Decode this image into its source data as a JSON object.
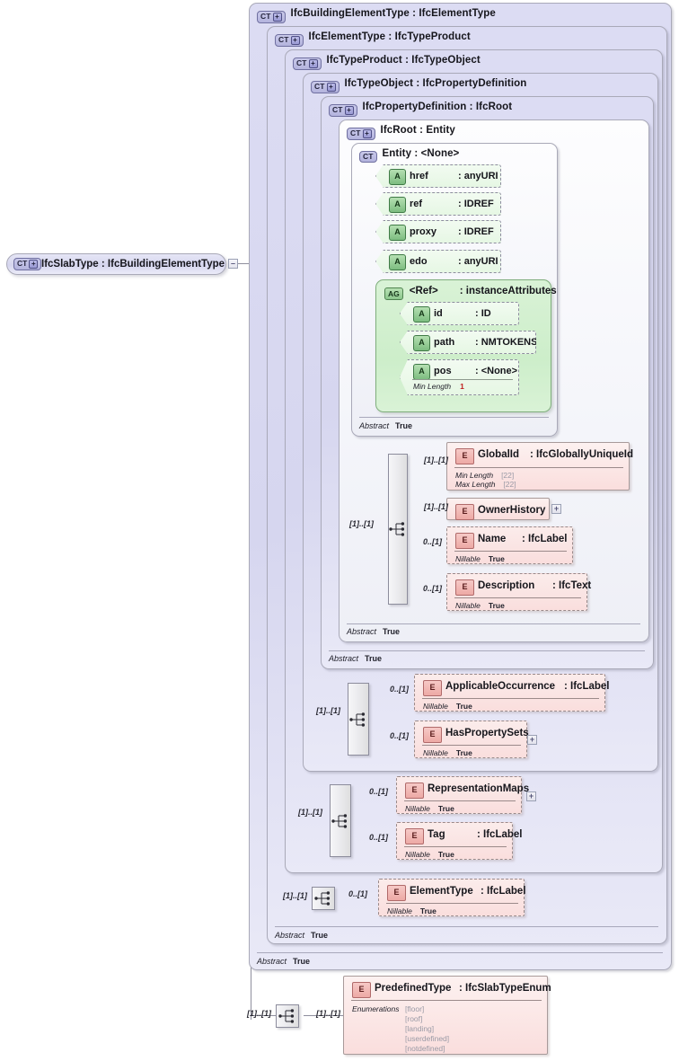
{
  "diagram": {
    "title": "IfcSlabType XSD schema diagram",
    "root": {
      "badge": "CT",
      "badge_plus": "+",
      "label": "IfcSlabType : IfcBuildingElementType",
      "collapse_glyph": "–"
    },
    "containers": [
      {
        "badge": "CT",
        "badge_plus": "+",
        "label": "IfcBuildingElementType : IfcElementType",
        "abstract_key": "Abstract",
        "abstract_value": "True"
      },
      {
        "badge": "CT",
        "badge_plus": "+",
        "label": "IfcElementType : IfcTypeProduct",
        "abstract_key": "Abstract",
        "abstract_value": "True"
      },
      {
        "badge": "CT",
        "badge_plus": "+",
        "label": "IfcTypeProduct : IfcTypeObject",
        "abstract_key": "Abstract",
        "abstract_value": "True"
      },
      {
        "badge": "CT",
        "badge_plus": "+",
        "label": "IfcTypeObject : IfcPropertyDefinition",
        "abstract_key": "Abstract",
        "abstract_value": "True"
      },
      {
        "badge": "CT",
        "badge_plus": "+",
        "label": "IfcPropertyDefinition : IfcRoot",
        "abstract_key": "Abstract",
        "abstract_value": "True"
      },
      {
        "badge": "CT",
        "badge_plus": "+",
        "label": "IfcRoot  : Entity",
        "abstract_key": "Abstract",
        "abstract_value": "True"
      },
      {
        "badge": "CT",
        "badge_plus": "",
        "label": "Entity     : <None>",
        "abstract_key": "Abstract",
        "abstract_value": "True"
      }
    ],
    "attributes": [
      {
        "badge": "A",
        "name": "href",
        "type": ": anyURI"
      },
      {
        "badge": "A",
        "name": "ref",
        "type": ": IDREF"
      },
      {
        "badge": "A",
        "name": "proxy",
        "type": ": IDREF"
      },
      {
        "badge": "A",
        "name": "edo",
        "type": ": anyURI"
      }
    ],
    "attribute_group": {
      "badge": "AG",
      "name": "<Ref>",
      "type": ": instanceAttributes",
      "members": [
        {
          "badge": "A",
          "name": "id",
          "type": ": ID"
        },
        {
          "badge": "A",
          "name": "path",
          "type": ": NMTOKENS"
        },
        {
          "badge": "A",
          "name": "pos",
          "type": ": <None>",
          "facet_key": "Min Length",
          "facet_value": "1"
        }
      ]
    },
    "elements": [
      {
        "badge": "E",
        "name": "GlobalId",
        "type": ": IfcGloballyUniqueId",
        "cardinality": "[1]..[1]",
        "facets": [
          {
            "key": "Min Length",
            "value": "[22]"
          },
          {
            "key": "Max Length",
            "value": "[22]"
          }
        ]
      },
      {
        "badge": "E",
        "name": "OwnerHistory",
        "type": "",
        "cardinality": "[1]..[1]",
        "expandable": "+"
      },
      {
        "badge": "E",
        "name": "Name",
        "type": ": IfcLabel",
        "cardinality": "0..[1]",
        "facets": [
          {
            "key": "Nillable",
            "value": "True"
          }
        ]
      },
      {
        "badge": "E",
        "name": "Description",
        "type": ": IfcText",
        "cardinality": "0..[1]",
        "facets": [
          {
            "key": "Nillable",
            "value": "True"
          }
        ]
      },
      {
        "badge": "E",
        "name": "ApplicableOccurrence",
        "type": ": IfcLabel",
        "cardinality": "0..[1]",
        "facets": [
          {
            "key": "Nillable",
            "value": "True"
          }
        ]
      },
      {
        "badge": "E",
        "name": "HasPropertySets",
        "type": "",
        "cardinality": "0..[1]",
        "expandable": "+",
        "facets": [
          {
            "key": "Nillable",
            "value": "True"
          }
        ]
      },
      {
        "badge": "E",
        "name": "RepresentationMaps",
        "type": "",
        "cardinality": "0..[1]",
        "expandable": "+",
        "facets": [
          {
            "key": "Nillable",
            "value": "True"
          }
        ]
      },
      {
        "badge": "E",
        "name": "Tag",
        "type": ": IfcLabel",
        "cardinality": "0..[1]",
        "facets": [
          {
            "key": "Nillable",
            "value": "True"
          }
        ]
      },
      {
        "badge": "E",
        "name": "ElementType",
        "type": ": IfcLabel",
        "cardinality": "0..[1]",
        "facets": [
          {
            "key": "Nillable",
            "value": "True"
          }
        ]
      },
      {
        "badge": "E",
        "name": "PredefinedType",
        "type": ": IfcSlabTypeEnum",
        "cardinality": "[1]..[1]",
        "enumerations_key": "Enumerations",
        "enumerations": [
          "[floor]",
          "[roof]",
          "[landing]",
          "[userdefined]",
          "[notdefined]"
        ]
      }
    ],
    "sequences": [
      {
        "cardinality": "[1]..[1]"
      },
      {
        "cardinality": "[1]..[1]"
      },
      {
        "cardinality": "[1]..[1]"
      },
      {
        "cardinality": "[1]..[1]"
      },
      {
        "cardinality": "[1]..[1]"
      }
    ],
    "colors": {
      "complex_type_fill": "#d8d8f1",
      "attribute_fill": "#e6f7e4",
      "attribute_group_fill": "#cdeeca",
      "element_fill": "#fadedd",
      "line": "#8f8f9e",
      "facet_red": "#c02020",
      "facet_grey": "#9a9aa6"
    }
  }
}
